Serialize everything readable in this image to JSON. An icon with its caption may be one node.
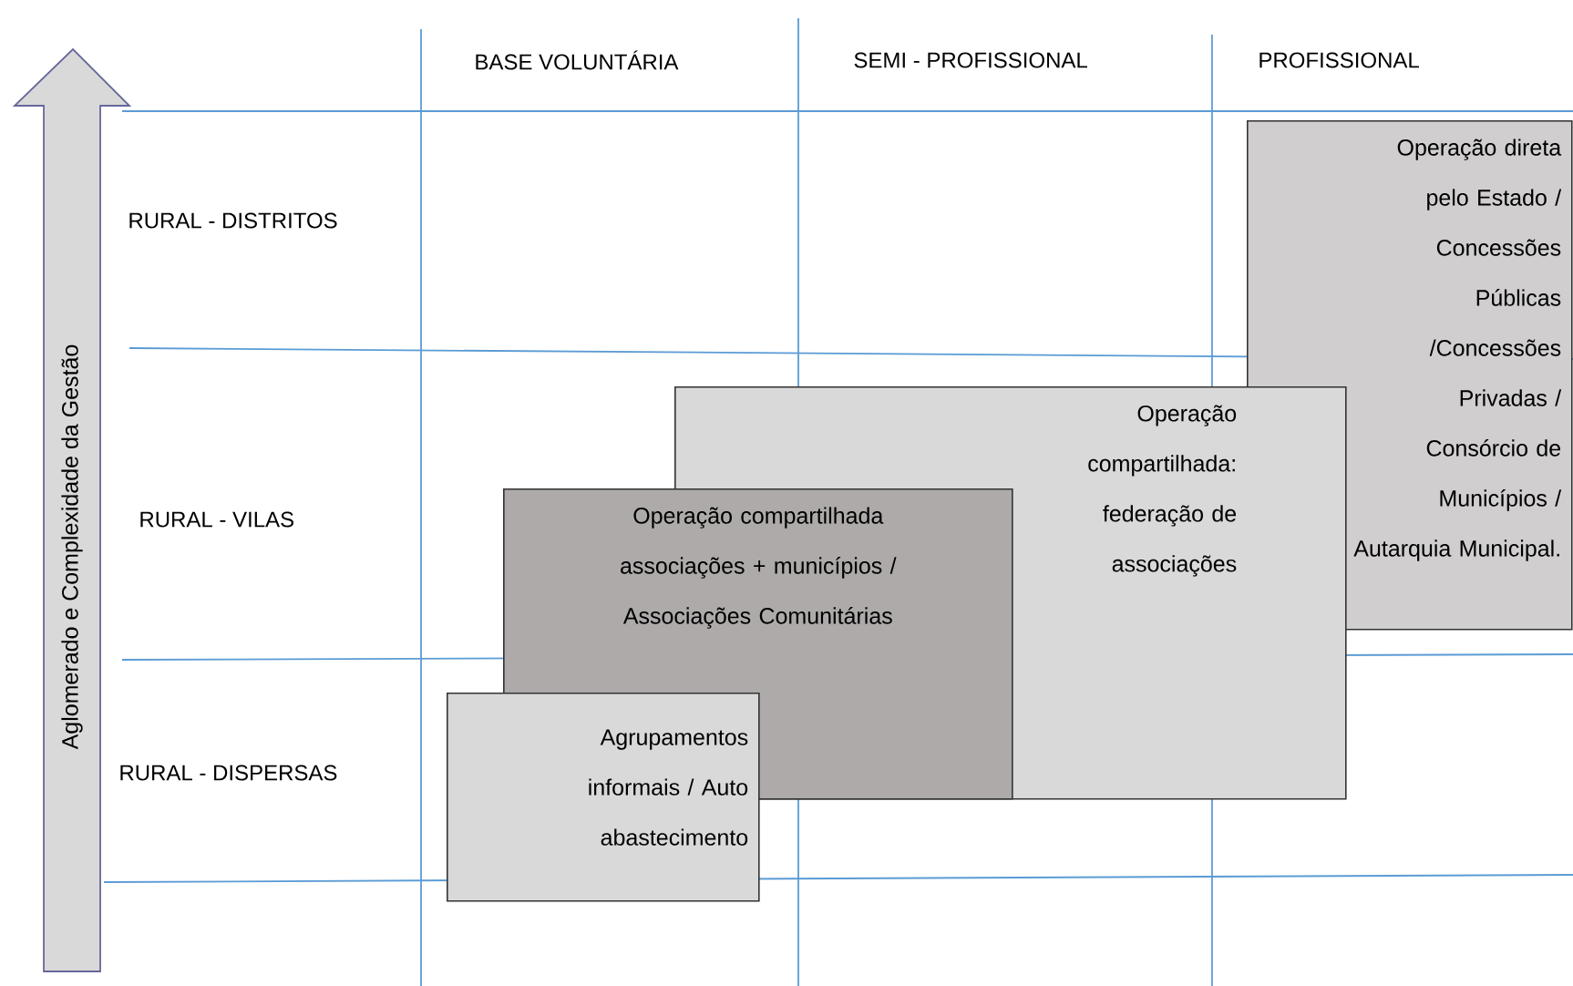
{
  "diagram": {
    "nodes": [
      {
        "text": [
          "Aglomerado e Complexidade da Gestão"
        ]
      },
      {
        "text": [
          "Operação direta pelo Estado / Concessões Públicas /Concessões Privadas / Consórcio de Municípios / Autarquia Municipal."
        ]
      },
      {
        "text": [
          "Operação compartilhada: federação de associações"
        ]
      },
      {
        "text": [
          "Operação compartilhada associações + municípios / Associações Comunitárias"
        ]
      },
      {
        "text": [
          "Agrupamentos informais / Auto abastecimento"
        ]
      }
    ],
    "labels": [
      "BASE VOLUNTÁRIA",
      "SEMI - PROFISSIONAL",
      "PROFISSIONAL",
      "RURAL - DISTRITOS",
      "RURAL - VILAS",
      "RURAL - DISPERSAS"
    ]
  }
}
